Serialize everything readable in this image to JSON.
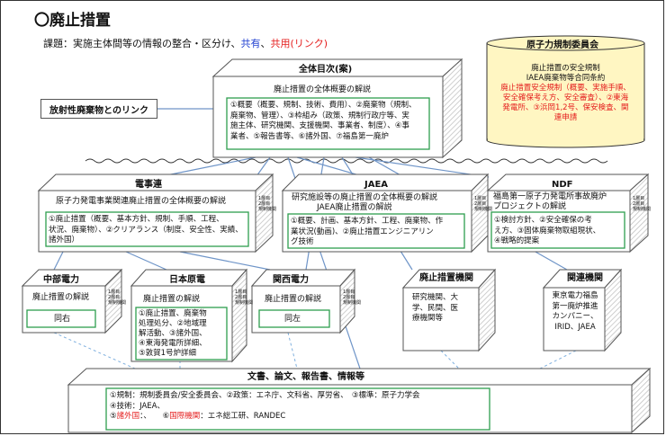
{
  "title": "〇廃止措置",
  "subtitle": {
    "prefix": "課題：実施主体間等の情報の整合・区分け、",
    "kyoyu": "共有",
    "sep": "、",
    "kyoyo": "共用(リンク)"
  },
  "link_label": "放射性廃棄物とのリンク",
  "nra": {
    "title": "原子力規制委員会",
    "line1": "廃止措置の安全規制",
    "line2": "IAEA廃棄物等合同条約",
    "red1": "廃止措置安全規制（概要、実施手順、",
    "red2": "安全確保考え方、安全審査）、②東海",
    "red3": "発電所、③浜岡1,2号、保安検査、関",
    "red4": "連申請"
  },
  "overview": {
    "title": "全体目次(案)",
    "subtitle": "廃止措置の全体概要の解説",
    "l1": "①概要（概要、規制、技術、費用）、②廃棄物（規制、",
    "l2": "廃棄物、管理）、③枠組み（政策、規制行政庁等、実",
    "l3": "施主体、研究機関、支援機関、事業者、制度）、④事",
    "l4": "業者、⑤報告書等、⑥諸外国、⑦福島第一廃炉"
  },
  "denjiren": {
    "title": "電事連",
    "subtitle": "原子力発電事業関連廃止措置の全体概要の解説",
    "l1": "①廃止措置（概要、基本方針、規制、手順、工程、",
    "l2": "状況、廃棄物）、②クリアランス（制度、安全性、実績、",
    "l3": "諸外国）"
  },
  "jaea": {
    "title": "JAEA",
    "sub1": "研究施設等の廃止措置の全体概要の解説",
    "sub2": "JAEA廃止措置の解説",
    "l1": "①概要、計画、基本方針、工程、廃棄物、作",
    "l2": "業状況(動画)、②廃止措置エンジニアリン",
    "l3": "グ技術"
  },
  "ndf": {
    "title": "NDF",
    "sub1": "福島第一原子力発電所事故廃炉",
    "sub2": "プロジェクトの解説",
    "l1": "①検討方針、②安全確保の考",
    "l2": "え方、③固体廃棄物取組現状、",
    "l3": "④戦略的提案"
  },
  "side_label": {
    "l1": "1層目",
    "l2": "2層目",
    "l3": "規制機関"
  },
  "chubu": {
    "title": "中部電力",
    "subtitle": "廃止措置の解説",
    "body": "同右"
  },
  "nihon": {
    "title": "日本原電",
    "subtitle": "廃止措置の解説",
    "l1": "①廃止措置、廃棄物",
    "l2": "処理処分、②地域理",
    "l3": "解活動、③諸外国、",
    "l4": "④東海発電所詳細、",
    "l5": "⑤敦賀1号炉詳細"
  },
  "kansai": {
    "title": "関西電力",
    "subtitle": "廃止措置の解説",
    "body": "同左"
  },
  "haishi_kikan": {
    "title": "廃止措置機関",
    "l1": "研究機関、大",
    "l2": "学、民間、医",
    "l3": "療機関等"
  },
  "kanren_kikan": {
    "title": "関連機関",
    "l1": "東京電力福島",
    "l2": "第一廃炉推進",
    "l3": "カンパニー、",
    "l4": "IRID、JAEA"
  },
  "docs": {
    "title": "文書、論文、報告書、情報等",
    "l1": "①規制：規制委員会/安全委員会、②政策：エネ庁、文科省、厚労省、　③標準：原子力学会",
    "l2": "④技術：JAEA、",
    "l3_a": "⑤",
    "l3_b": "諸外国",
    "l3_c": "：、　　⑥",
    "l3_d": "国際機関",
    "l3_e": "：エネ総工研、RANDEC"
  },
  "colors": {
    "box_green": "#2e9e4f",
    "red_text": "#e41c1c",
    "blue_text": "#1f3fd0",
    "nra_fill": "#fff6c2",
    "line_blue": "#6f95c8"
  }
}
